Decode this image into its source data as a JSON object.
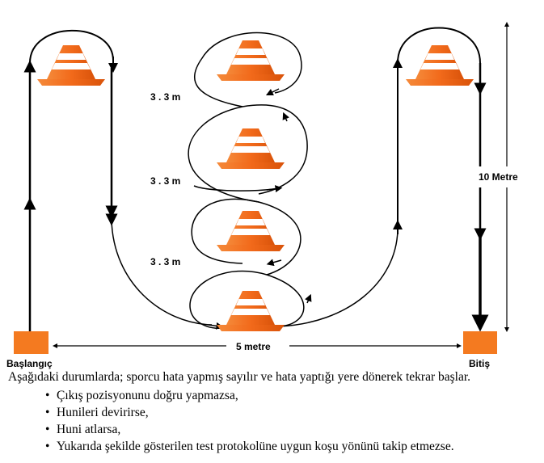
{
  "labels": {
    "start": "Başlangıç",
    "finish": "Bitiş",
    "width": "5 metre",
    "height": "10 Metre",
    "gap1": "3 . 3 m",
    "gap2": "3 . 3 m",
    "gap3": "3 . 3 m"
  },
  "text": {
    "intro": "Aşağıdaki durumlarda; sporcu hata yapmış sayılır ve hata yaptığı yere dönerek tekrar başlar.",
    "items": [
      "Çıkış pozisyonunu doğru yapmazsa,",
      "Hunileri devirirse,",
      "Huni atlarsa,",
      "Yukarıda şekilde gösterilen test protokolüne uygun koşu yönünü takip etmezse."
    ]
  },
  "colors": {
    "cone": "#f26a1b",
    "cone_stripe": "#ffffff",
    "marker": "#f47a20",
    "line": "#000000"
  },
  "icons": [
    "traffic-cone-icon",
    "start-marker",
    "finish-marker",
    "arrow-icon"
  ]
}
